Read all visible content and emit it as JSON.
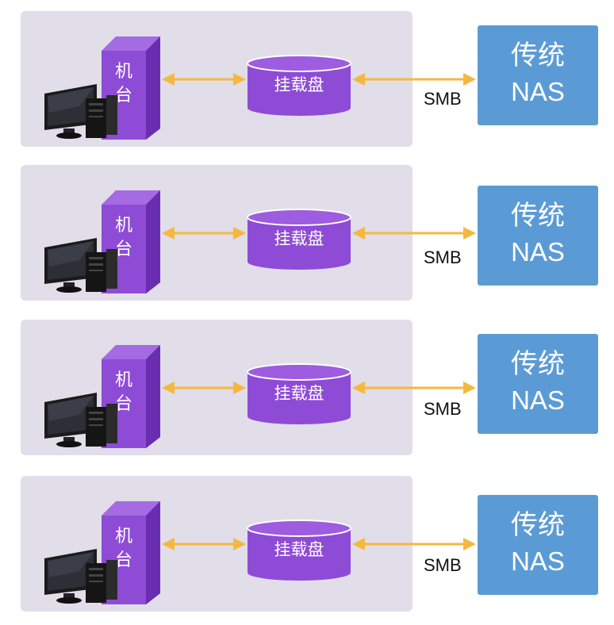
{
  "colors": {
    "panel": "#e1dde9",
    "purple": "#8e4bd6",
    "purple_dark": "#6a2db0",
    "arrow": "#f5b83f",
    "nas": "#5b9bd5"
  },
  "icons": {
    "computer": "desktop-computer-icon"
  },
  "rows": [
    {
      "tower": "机台",
      "disk": "挂载盘",
      "protocol": "SMB",
      "nas_line1": "传统",
      "nas_line2": "NAS"
    },
    {
      "tower": "机台",
      "disk": "挂载盘",
      "protocol": "SMB",
      "nas_line1": "传统",
      "nas_line2": "NAS"
    },
    {
      "tower": "机台",
      "disk": "挂载盘",
      "protocol": "SMB",
      "nas_line1": "传统",
      "nas_line2": "NAS"
    },
    {
      "tower": "机台",
      "disk": "挂载盘",
      "protocol": "SMB",
      "nas_line1": "传统",
      "nas_line2": "NAS"
    }
  ]
}
